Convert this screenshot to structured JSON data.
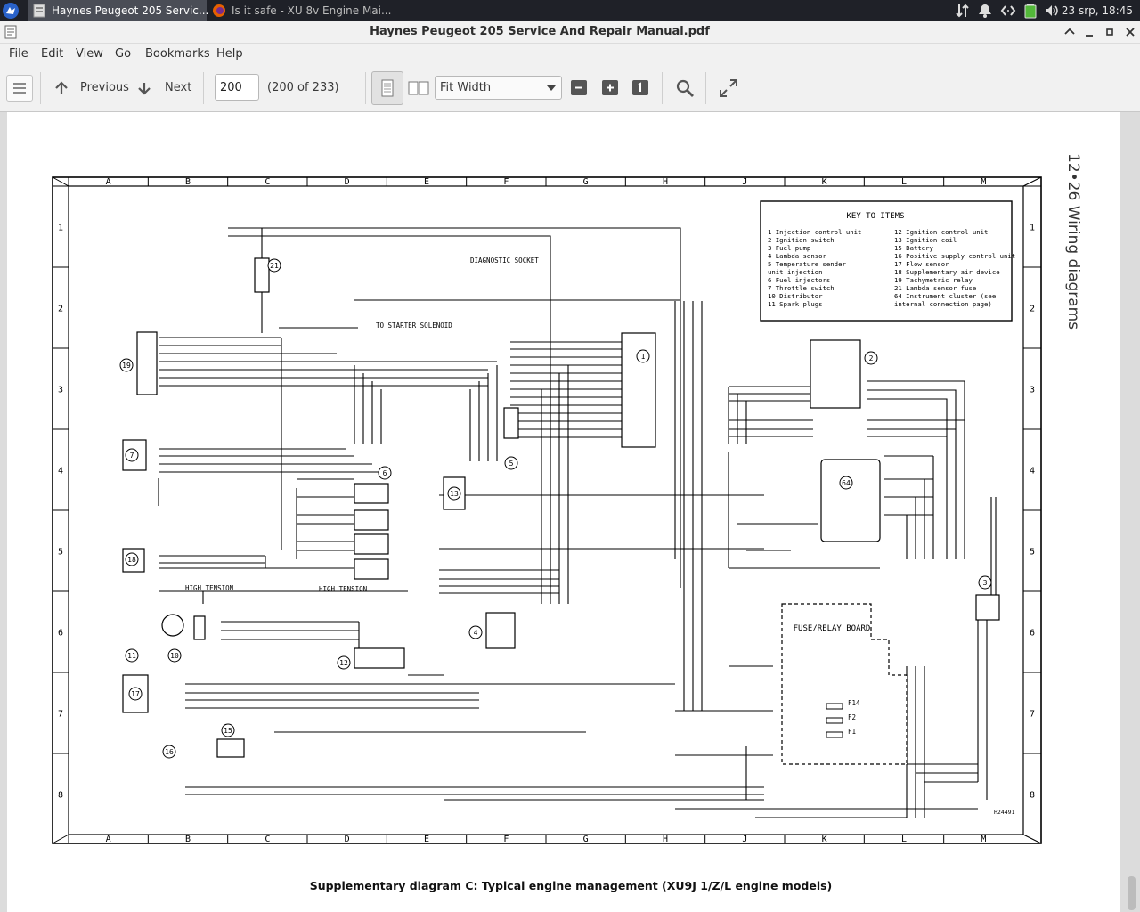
{
  "taskbar": {
    "tasks": [
      {
        "label": "Haynes Peugeot 205 Servic..."
      },
      {
        "label": "Is it safe - XU 8v Engine Mai..."
      }
    ],
    "clock": "23 srp, 18:45"
  },
  "window": {
    "title": "Haynes Peugeot 205 Service And Repair Manual.pdf"
  },
  "menu": [
    "File",
    "Edit",
    "View",
    "Go",
    "Bookmarks",
    "Help"
  ],
  "toolbar": {
    "previous_label": "Previous",
    "next_label": "Next",
    "page_value": "200",
    "page_count": "(200 of 233)",
    "zoom_value": "Fit Width"
  },
  "document": {
    "header_text": "12•26  Wiring diagrams",
    "caption": "Supplementary diagram C:  Typical engine management (XU9J 1/Z/L engine models)",
    "diagram": {
      "column_labels": [
        "A",
        "B",
        "C",
        "D",
        "E",
        "F",
        "G",
        "H",
        "J",
        "K",
        "L",
        "M"
      ],
      "row_labels": [
        "1",
        "2",
        "3",
        "4",
        "5",
        "6",
        "7",
        "8"
      ],
      "key_title": "KEY TO ITEMS",
      "key_left": [
        "1   Injection control unit",
        "2   Ignition switch",
        "3   Fuel pump",
        "4   Lambda sensor",
        "5   Temperature sender",
        "     unit injection",
        "6   Fuel injectors",
        "7   Throttle switch",
        "10  Distributor",
        "11  Spark plugs"
      ],
      "key_right": [
        "12  Ignition control unit",
        "13  Ignition coil",
        "15  Battery",
        "16  Positive supply control unit",
        "17  Flow sensor",
        "18  Supplementary air device",
        "19  Tachymetric relay",
        "21  Lambda sensor fuse",
        "64  Instrument cluster (see",
        "     internal connection page)"
      ],
      "fuse_board": "FUSE/RELAY BOARD",
      "diag_socket": "DIAGNOSTIC SOCKET",
      "starter": "TO STARTER SOLENOID",
      "high_tension": "HIGH TENSION",
      "ref": "H24491",
      "fuses": [
        "F14",
        "F2",
        "F1"
      ]
    }
  }
}
